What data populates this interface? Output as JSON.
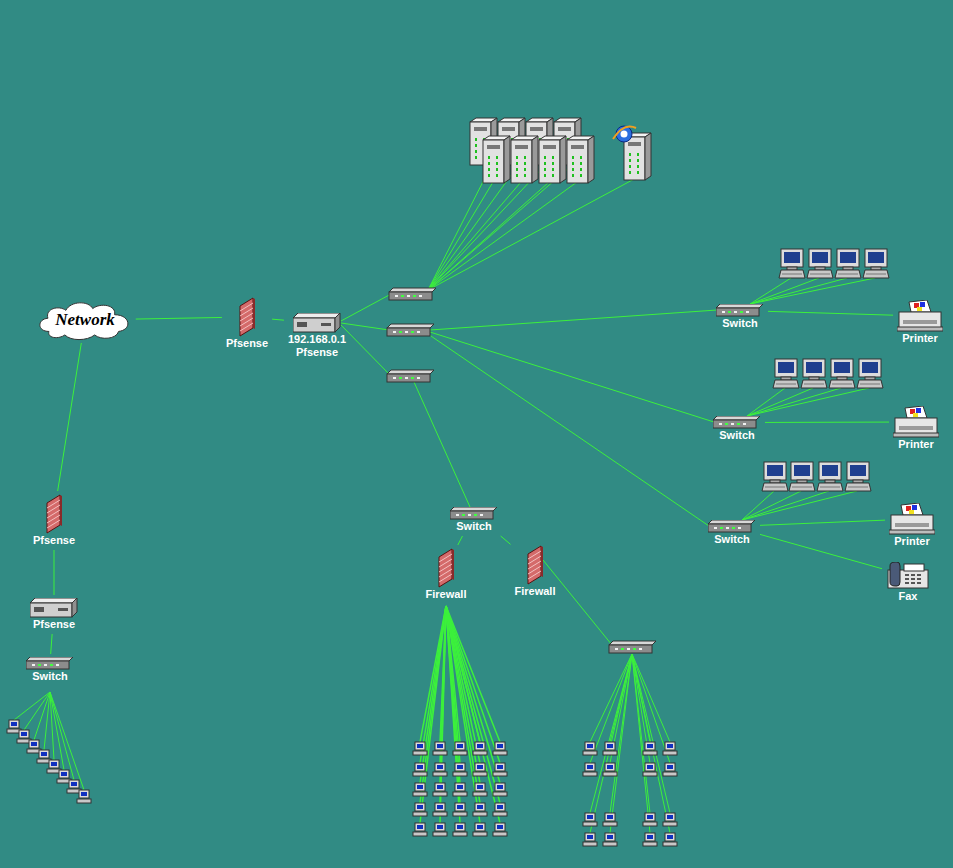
{
  "diagram": {
    "nodes": [
      {
        "text": [
          "Network"
        ]
      },
      {
        "text": [
          "Pfsense"
        ]
      },
      {
        "text": [
          "192.168.0.1",
          "Pfsense"
        ]
      },
      {
        "text": [
          "Switch"
        ]
      },
      {
        "text": [
          "Printer"
        ]
      },
      {
        "text": [
          "Switch"
        ]
      },
      {
        "text": [
          "Printer"
        ]
      },
      {
        "text": [
          "Switch"
        ]
      },
      {
        "text": [
          "Printer"
        ]
      },
      {
        "text": [
          "Fax"
        ]
      },
      {
        "text": [
          "Switch"
        ]
      },
      {
        "text": [
          "Firewall"
        ]
      },
      {
        "text": [
          "Firewall"
        ]
      },
      {
        "text": [
          "Pfsense"
        ]
      },
      {
        "text": [
          "Pfsense"
        ]
      },
      {
        "text": [
          "Switch"
        ]
      }
    ],
    "edges": [
      {
        "from": 0,
        "to": 1,
        "arrow": "none"
      },
      {
        "from": 1,
        "to": 2,
        "arrow": "none"
      },
      {
        "from": 3,
        "to": 4,
        "arrow": "none"
      },
      {
        "from": 5,
        "to": 6,
        "arrow": "none"
      },
      {
        "from": 7,
        "to": 8,
        "arrow": "none"
      },
      {
        "from": 7,
        "to": 9,
        "arrow": "none"
      },
      {
        "from": 10,
        "to": 11,
        "arrow": "none"
      },
      {
        "from": 10,
        "to": 12,
        "arrow": "none"
      },
      {
        "from": 0,
        "to": 13,
        "arrow": "none"
      },
      {
        "from": 13,
        "to": 14,
        "arrow": "none"
      },
      {
        "from": 14,
        "to": 15,
        "arrow": "none"
      }
    ]
  }
}
